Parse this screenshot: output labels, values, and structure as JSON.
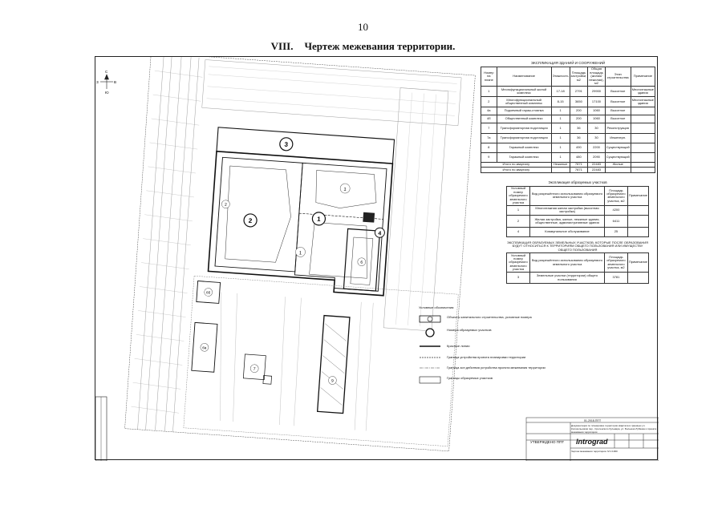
{
  "page_number": "10",
  "section": {
    "number": "VIII.",
    "title": "Чертеж межевания территории."
  },
  "explication": {
    "caption": "ЭКСПЛИКАЦИЯ ЗДАНИЙ И СООРУЖЕНИЙ",
    "headers": [
      "Номер на плане",
      "Наименование",
      "Этажность",
      "Площадь застройки, м2",
      "Общая площадь (жилая/нежилая), м2",
      "Этап строительства",
      "Примечание"
    ],
    "rows": [
      [
        "1",
        "Многофункциональный жилой комплекс",
        "17-18",
        "2791",
        "29900",
        "Высотное",
        "Многоэтажные здания"
      ],
      [
        "2",
        "Многофункциональный общественный комплекс",
        "8-15",
        "3650",
        "17100",
        "Высотное",
        "Многоэтажные здания"
      ],
      [
        "4а",
        "Подземный гараж-стоянка",
        "1",
        "200",
        "1060",
        "Высотное",
        ""
      ],
      [
        "4б",
        "Общественный комплекс",
        "1",
        "200",
        "1060",
        "Высотное",
        ""
      ],
      [
        "7",
        "Трансформаторная подстанция",
        "1",
        "36",
        "30",
        "Реконструкция",
        ""
      ],
      [
        "7а",
        "Трансформаторная подстанция",
        "1",
        "36",
        "30",
        "Инженерн.",
        ""
      ],
      [
        "8",
        "Гаражный комплекс",
        "1",
        "490",
        "2200",
        "Существующий",
        ""
      ],
      [
        "9",
        "Гаражный комплекс",
        "1",
        "480",
        "2090",
        "Существующий",
        ""
      ]
    ],
    "total_label": "Итого по кварталу",
    "total_sub": [
      "Нежилые",
      "Жилые"
    ],
    "total_values": [
      "7871",
      "22483"
    ],
    "footer_label": "Итого по кварталу",
    "footer_values": [
      "7871",
      "22483"
    ]
  },
  "parcels": {
    "caption": "Экспликация образуемых участков",
    "headers": [
      "Условный номер образуемого земельного участка",
      "Вид разрешённого использования образуемого земельного участка",
      "Площадь образуемого земельного участка, м2",
      "Примечание"
    ],
    "rows": [
      [
        "1",
        "Многоэтажная жилая застройка (высотная застройка)",
        "4200",
        ""
      ],
      [
        "2",
        "Жилая застройка, жилые, нежилые здания, общественные, административные здания",
        "6411",
        ""
      ],
      [
        "4",
        "Коммунальное обслуживание",
        "25",
        ""
      ]
    ]
  },
  "common_parcels": {
    "caption": "ЭКСПЛИКАЦИЯ ОБРАЗУЕМЫХ ЗЕМЕЛЬНЫХ УЧАСТКОВ, КОТОРЫЕ ПОСЛЕ ОБРАЗОВАНИЯ БУДУТ ОТНОСИТЬСЯ К ТЕРРИТОРИЯМ ОБЩЕГО ПОЛЬЗОВАНИЯ ИЛИ ИМУЩЕСТВУ ОБЩЕГО ПОЛЬЗОВАНИЯ",
    "headers": [
      "Условный номер образуемого земельного участка",
      "Вид разрешённого использования образуемого земельного участка",
      "Площадь образуемого земельного участка, м2",
      "Примечание"
    ],
    "rows": [
      [
        "3",
        "Земельные участки (территории) общего пользования",
        "3781",
        ""
      ]
    ]
  },
  "legend": {
    "title": "Условные обозначения:",
    "items": [
      "Объекты капитального строительства, условные номера",
      "Номера образуемых участков",
      "Красные линии",
      "Граница устройства проекта планировки территории",
      "Граница зон действия устройства проекта межевания территории",
      "Границы образуемых участков"
    ]
  },
  "map_labels": [
    "1",
    "2",
    "3",
    "4",
    "1",
    "1",
    "2",
    "6",
    "6б",
    "6а",
    "7",
    "9"
  ],
  "stamp": {
    "top": "01-2018-ППТ",
    "description": "Документация по планировке территории квартала в границах ул. Колокольников пер., Сретенского бульвара, ул. Большая Лубянка и проекта межевания территории",
    "code": "УТВЕРЖДЕНО ППТ",
    "brand": "Intrograd",
    "sub": "Чертеж межевания территории. М 1:1000"
  },
  "compass": {
    "n": "С",
    "s": "Ю",
    "w": "З",
    "e": "В"
  }
}
